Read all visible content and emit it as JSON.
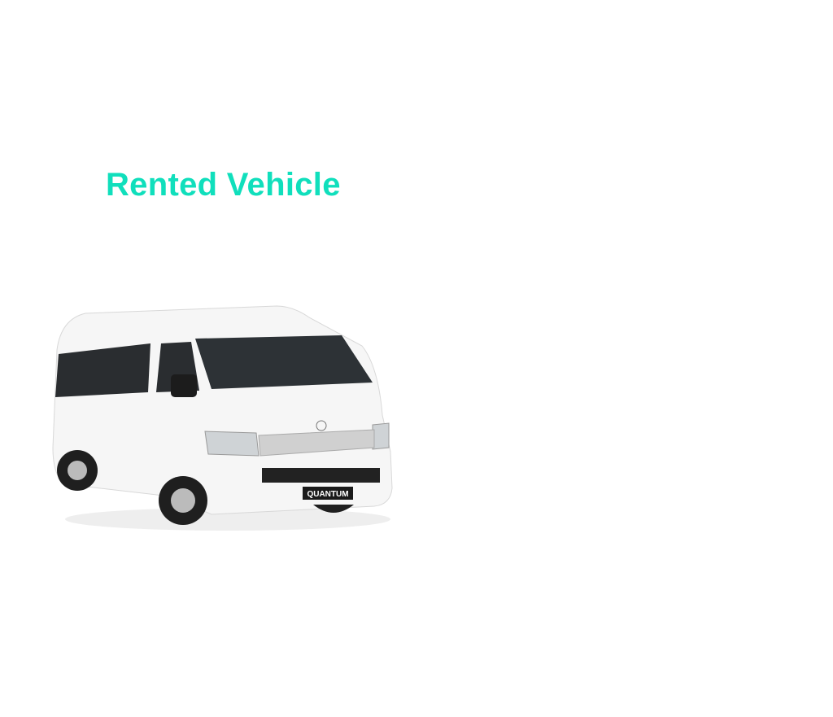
{
  "page": {
    "title": "Rented Vehicle",
    "accent_color": "#10dfbc"
  },
  "vehicle": {
    "image": "toyota-quantum-van",
    "plate_text": "QUANTUM"
  }
}
